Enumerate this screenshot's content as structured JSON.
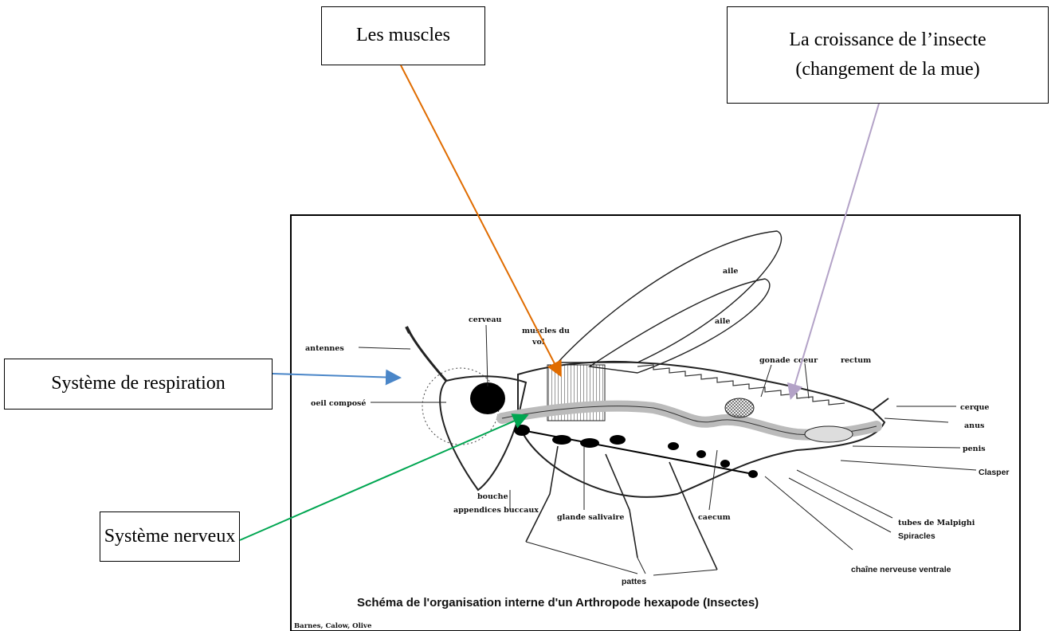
{
  "callouts": {
    "muscles": "Les muscles",
    "growth_line1": "La croissance de l’insecte",
    "growth_line2": "(changement de la mue)",
    "respiration": "Système de respiration",
    "nervous": "Système nerveux"
  },
  "arrow_colors": {
    "muscles": "#e06c00",
    "growth": "#b3a2c7",
    "respiration": "#4a86c8",
    "nervous": "#00a651"
  },
  "figure": {
    "title": "Schéma de l'organisation interne d'un Arthropode hexapode (Insectes)",
    "credit": "Barnes, Calow, Olive",
    "labels": {
      "aile_top": "aile",
      "aile_mid": "aile",
      "cerveau": "cerveau",
      "muscles_du_vol_1": "muscles du",
      "muscles_du_vol_2": "vol",
      "antennes": "antennes",
      "oeil": "oeil composé",
      "gonade": "gonade",
      "coeur": "coeur",
      "rectum": "rectum",
      "cerque": "cerque",
      "anus": "anus",
      "penis": "penis",
      "clasper": "Clasper",
      "bouche": "bouche",
      "appendices": "appendices buccaux",
      "glande": "glande salivaire",
      "caecum": "caecum",
      "tubes": "tubes de Malpighi",
      "spiracles": "Spiracles",
      "pattes": "pattes",
      "chaine": "chaîne nerveuse ventrale"
    }
  }
}
